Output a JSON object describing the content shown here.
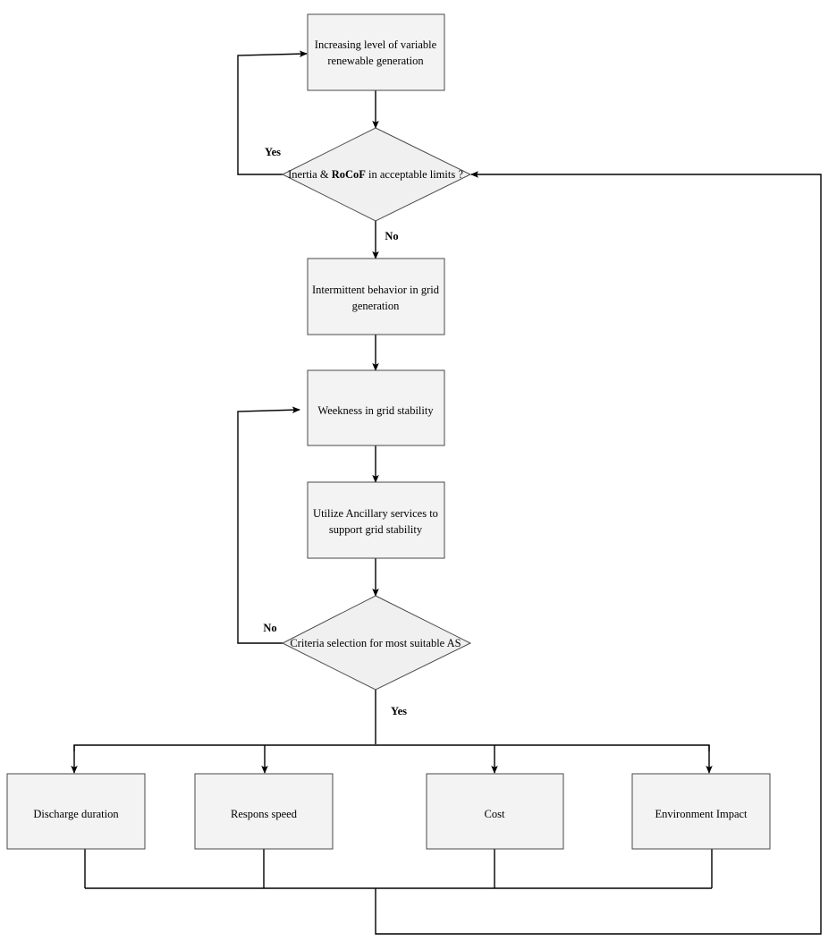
{
  "nodes": {
    "increasing": {
      "line1": "Increasing level of variable",
      "line2": "renewable generation"
    },
    "inertia_check": {
      "pre": "Inertia & ",
      "bold": "RoCoF",
      "post": " in acceptable limits ?"
    },
    "intermittent": {
      "line1": "Intermittent behavior in grid",
      "line2": "generation"
    },
    "weakness": {
      "line1": "Weekness in grid stability"
    },
    "utilize": {
      "line1": "Utilize Ancillary services to",
      "line2": "support grid stability"
    },
    "criteria": {
      "line1": "Criteria selection for most suitable AS"
    },
    "discharge": {
      "line1": "Discharge duration"
    },
    "response": {
      "line1": "Respons speed"
    },
    "cost": {
      "line1": "Cost"
    },
    "environment": {
      "line1": "Environment Impact"
    }
  },
  "edge_labels": {
    "yes_top": "Yes",
    "no_top": "No",
    "no_bottom": "No",
    "yes_bottom": "Yes"
  }
}
